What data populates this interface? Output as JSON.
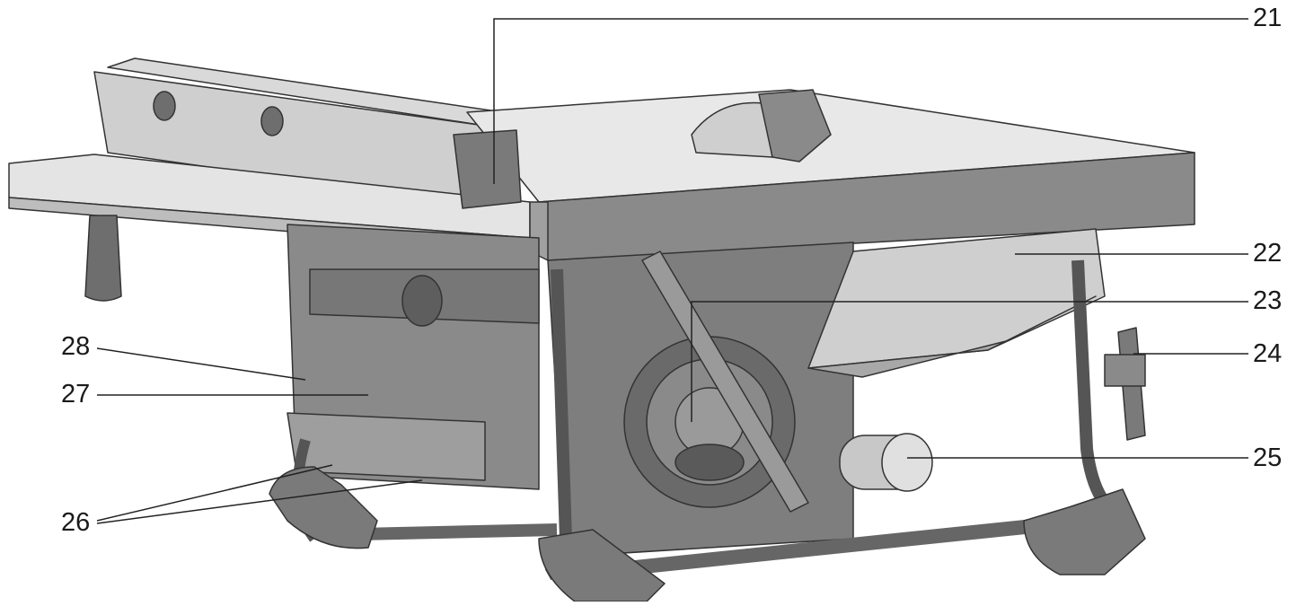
{
  "callouts": [
    {
      "id": "21",
      "text": "21"
    },
    {
      "id": "22",
      "text": "22"
    },
    {
      "id": "23",
      "text": "23"
    },
    {
      "id": "24",
      "text": "24"
    },
    {
      "id": "25",
      "text": "25"
    },
    {
      "id": "26",
      "text": "26"
    },
    {
      "id": "27",
      "text": "27"
    },
    {
      "id": "28",
      "text": "28"
    }
  ],
  "colors": {
    "light": "#e6e6e6",
    "mid": "#bdbdbd",
    "dark": "#8a8a8a",
    "darker": "#6e6e6e",
    "line": "#222222"
  }
}
